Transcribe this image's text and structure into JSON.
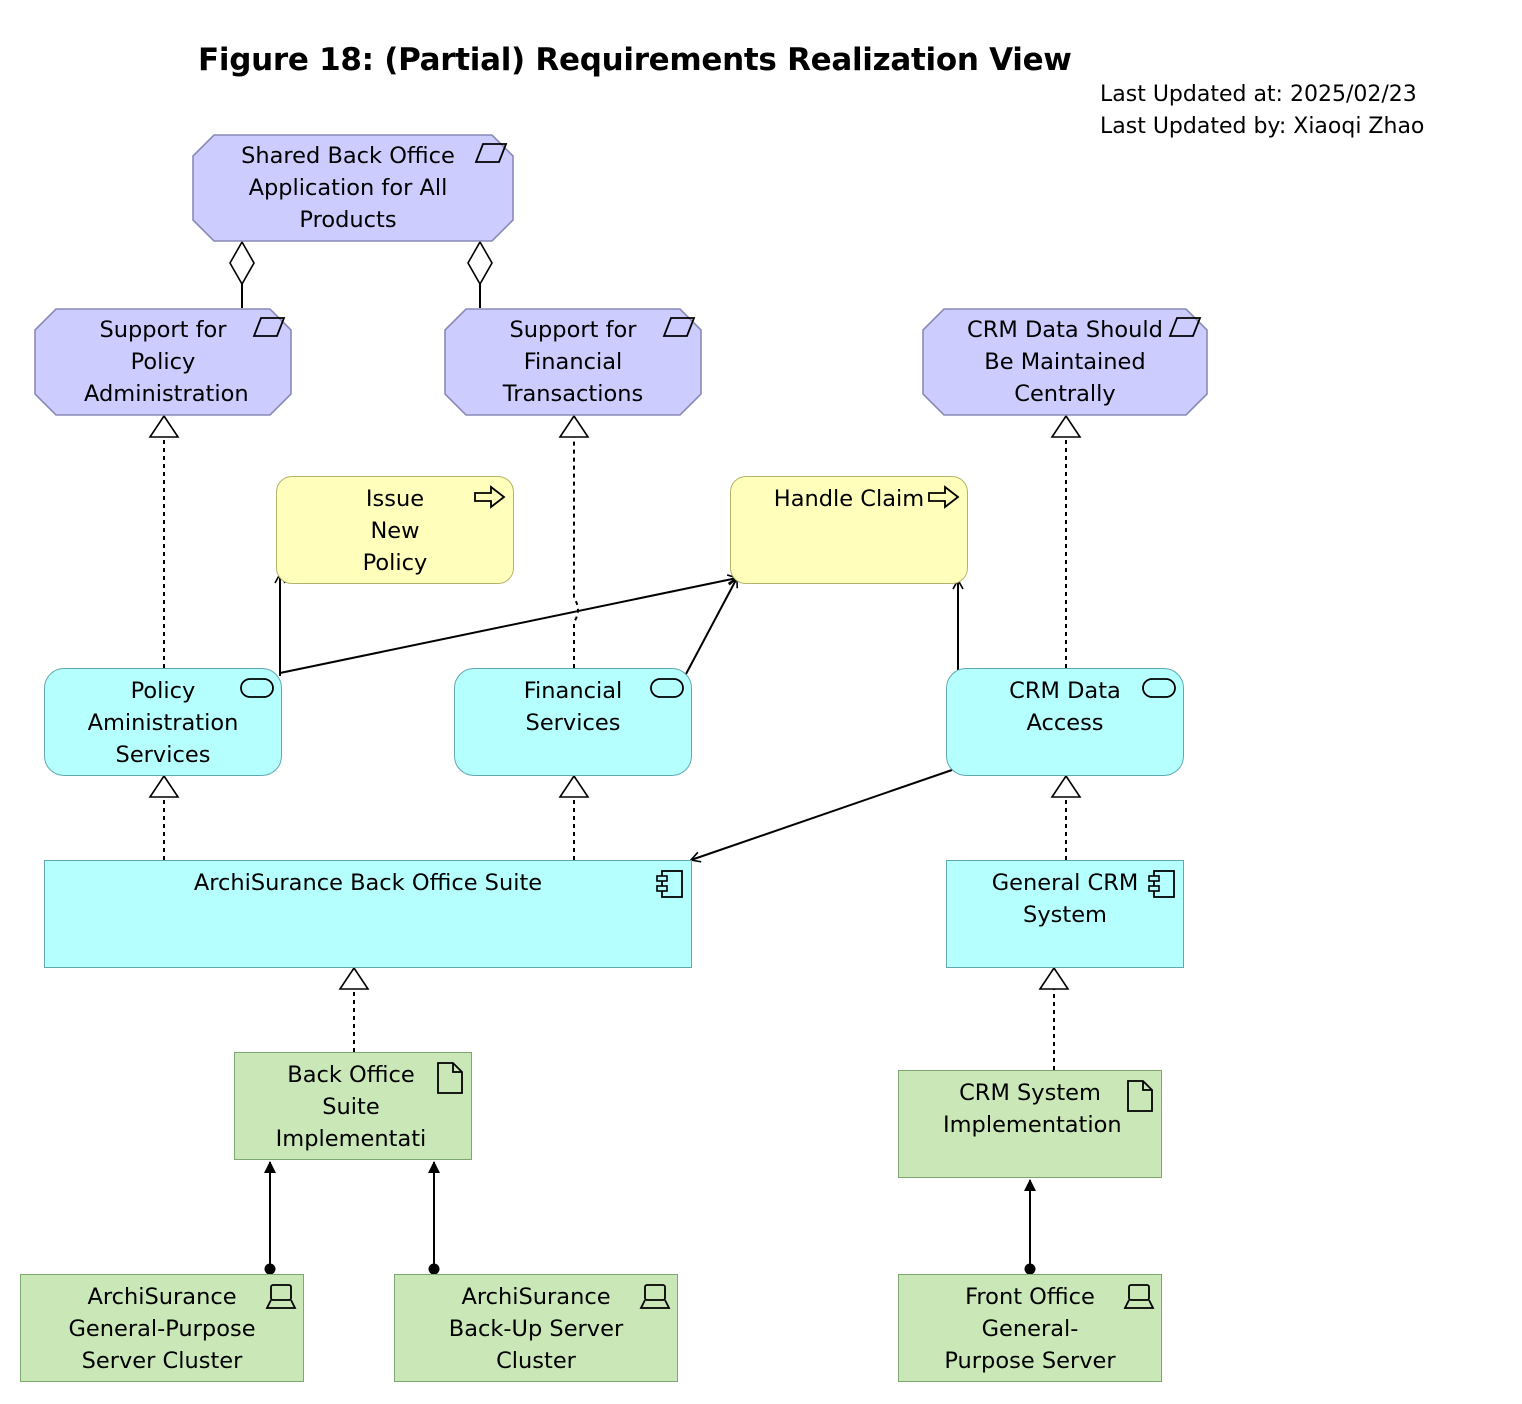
{
  "title": "Figure 18: (Partial) Requirements Realization View",
  "meta": {
    "updated_at": "Last Updated at: 2025/02/23",
    "updated_by": "Last Updated by: Xiaoqi Zhao"
  },
  "colors": {
    "requirement_fill": "#ccccff",
    "requirement_stroke": "#8a8ab8",
    "process_fill": "#ffffbb",
    "process_stroke": "#b3b36a",
    "application_fill": "#b5ffff",
    "application_stroke": "#62a8b0",
    "technology_fill": "#c9e7b7",
    "technology_stroke": "#7fa870"
  },
  "requirements": {
    "shared_back_office": "Shared Back Office Application for All Products",
    "policy_admin": "Support for Policy Administration",
    "financial_tx": "Support for Financial Transactions",
    "crm_central": "CRM Data Should Be Maintained Centrally"
  },
  "processes": {
    "issue_policy": "Issue New Policy",
    "handle_claim": "Handle Claim"
  },
  "services": {
    "policy_services": "Policy Aministration Services",
    "financial_services": "Financial Services",
    "crm_access": "CRM Data Access"
  },
  "components": {
    "back_office_suite": "ArchiSurance Back Office Suite",
    "general_crm": "General CRM System"
  },
  "artifacts": {
    "bo_impl": "Back Office Suite Implementati",
    "crm_impl": "CRM System Implementation"
  },
  "devices": {
    "gp_cluster": "ArchiSurance General-Purpose Server Cluster",
    "backup_cluster": "ArchiSurance Back-Up Server Cluster",
    "front_office": "Front Office General-Purpose Server"
  },
  "icons": {
    "requirement": "requirement-icon",
    "process": "process-icon",
    "service": "service-icon",
    "component": "component-icon",
    "artifact": "artifact-icon",
    "device": "device-icon"
  }
}
